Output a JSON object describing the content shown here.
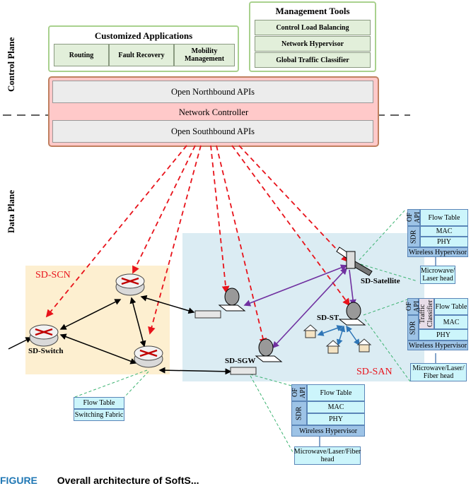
{
  "planes": {
    "control": "Control Plane",
    "data": "Data Plane"
  },
  "customized_apps": {
    "title": "Customized Applications",
    "items": [
      "Routing",
      "Fault Recovery",
      "Mobility Management"
    ]
  },
  "management_tools": {
    "title": "Management Tools",
    "items": [
      "Control Load Balancing",
      "Network Hypervisor",
      "Global Traffic Classifier"
    ]
  },
  "controller": {
    "northbound": "Open Northbound APIs",
    "name": "Network Controller",
    "southbound": "Open Southbound APIs"
  },
  "regions": {
    "scn": "SD-SCN",
    "san": "SD-SAN"
  },
  "devices": {
    "switch": "SD-Switch",
    "satellite": "SD-Satellite",
    "st": "SD-ST",
    "sgw": "SD-SGW"
  },
  "switch_stack": {
    "rows": [
      "Flow Table",
      "Switching Fabric"
    ]
  },
  "satellite_stack": {
    "of_api": "OF API",
    "flow_table": "Flow Table",
    "sdr": "SDR",
    "mac": "MAC",
    "phy": "PHY",
    "hypervisor": "Wireless Hypervisor",
    "head": "Microwave/ Laser head"
  },
  "st_stack": {
    "of_api": "OF API",
    "classifier": "Traffic Classifier",
    "flow_table": "Flow Table",
    "sdr": "SDR",
    "mac": "MAC",
    "phy": "PHY",
    "hypervisor": "Wireless Hypervisor",
    "head": "Microwave/Laser/ Fiber head"
  },
  "sgw_stack": {
    "of_api": "OF API",
    "flow_table": "Flow Table",
    "sdr": "SDR",
    "mac": "MAC",
    "phy": "PHY",
    "hypervisor": "Wireless Hypervisor",
    "head": "Microwave/Laser/Fiber head"
  },
  "caption": {
    "label": "FIGURE",
    "text": "Overall architecture of SoftS..."
  },
  "colors": {
    "control_link": "#e8131b",
    "satellite_link": "#7030a0",
    "terminal_link": "#2e75b6",
    "callout": "#3cb371",
    "scn_bg": "#fdefd0",
    "san_bg": "#dbecf3"
  }
}
